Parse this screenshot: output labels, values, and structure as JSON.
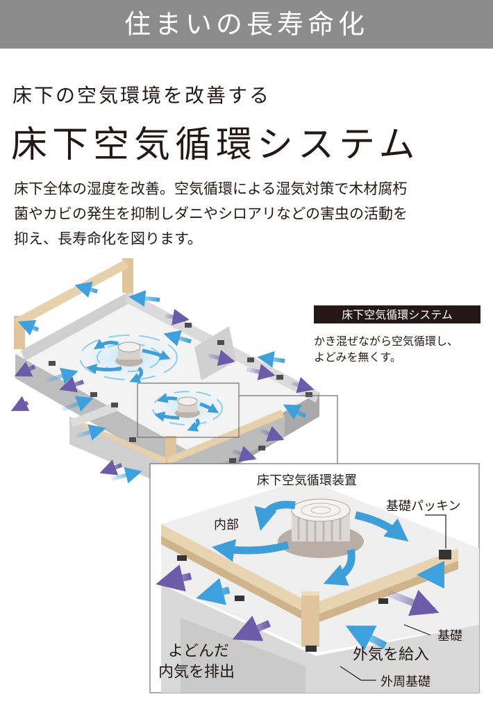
{
  "header": {
    "title": "住まいの長寿命化",
    "band_color": "#8c8c8c"
  },
  "subtitle": "床下の空気環境を改善する",
  "main_title": "床下空気循環システム",
  "description": [
    "床下全体の湿度を改善。空気循環による湿気対策で木材腐朽",
    "菌やカビの発生を抑制しダニやシロアリなどの害虫の活動を",
    "抑え、長寿命化を図ります。"
  ],
  "callout": {
    "badge": "床下空気循環システム",
    "text": [
      "かき混ぜながら空気循環し、",
      "よどみを無くす。"
    ]
  },
  "detail_labels": {
    "device": "床下空気循環装置",
    "packing": "基礎パッキン",
    "inside": "内部",
    "stagnant": [
      "よどんだ",
      "内気を排出"
    ],
    "supply": "外気を給入",
    "foundation": "基礎",
    "outer_foundation": "外周基礎"
  },
  "colors": {
    "intake_arrow": "#3ea0dc",
    "exhaust_arrow": "#6a5ca8",
    "circulation_arrow": "#3e9ed8",
    "timber": "#dfc49c",
    "concrete": "#d9d9d9"
  },
  "icons": [
    "intake-arrow-icon",
    "exhaust-arrow-icon",
    "circulation-arrow-icon",
    "fan-device-icon"
  ]
}
